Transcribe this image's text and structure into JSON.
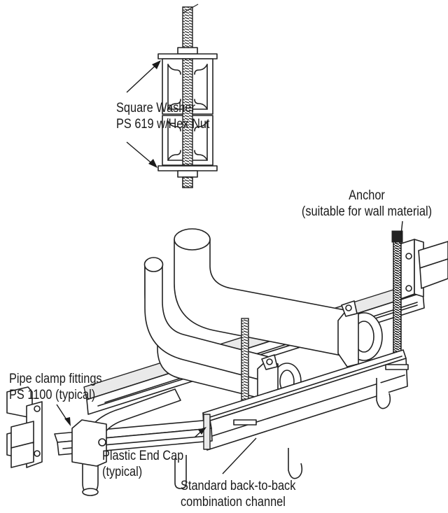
{
  "labels": {
    "square_washer": {
      "line1": "Square Washer",
      "line2": "PS 619 w/Hex Nut"
    },
    "anchor": {
      "line1": "Anchor",
      "line2": "(suitable for wall material)"
    },
    "pipe_clamp": {
      "line1": "Pipe clamp fittings",
      "line2": "PS 1100 (typical)"
    },
    "end_cap": {
      "line1": "Plastic End Cap",
      "line2": "(typical)"
    },
    "channel": {
      "line1": "Standard back-to-back",
      "line2": "combination channel"
    }
  }
}
